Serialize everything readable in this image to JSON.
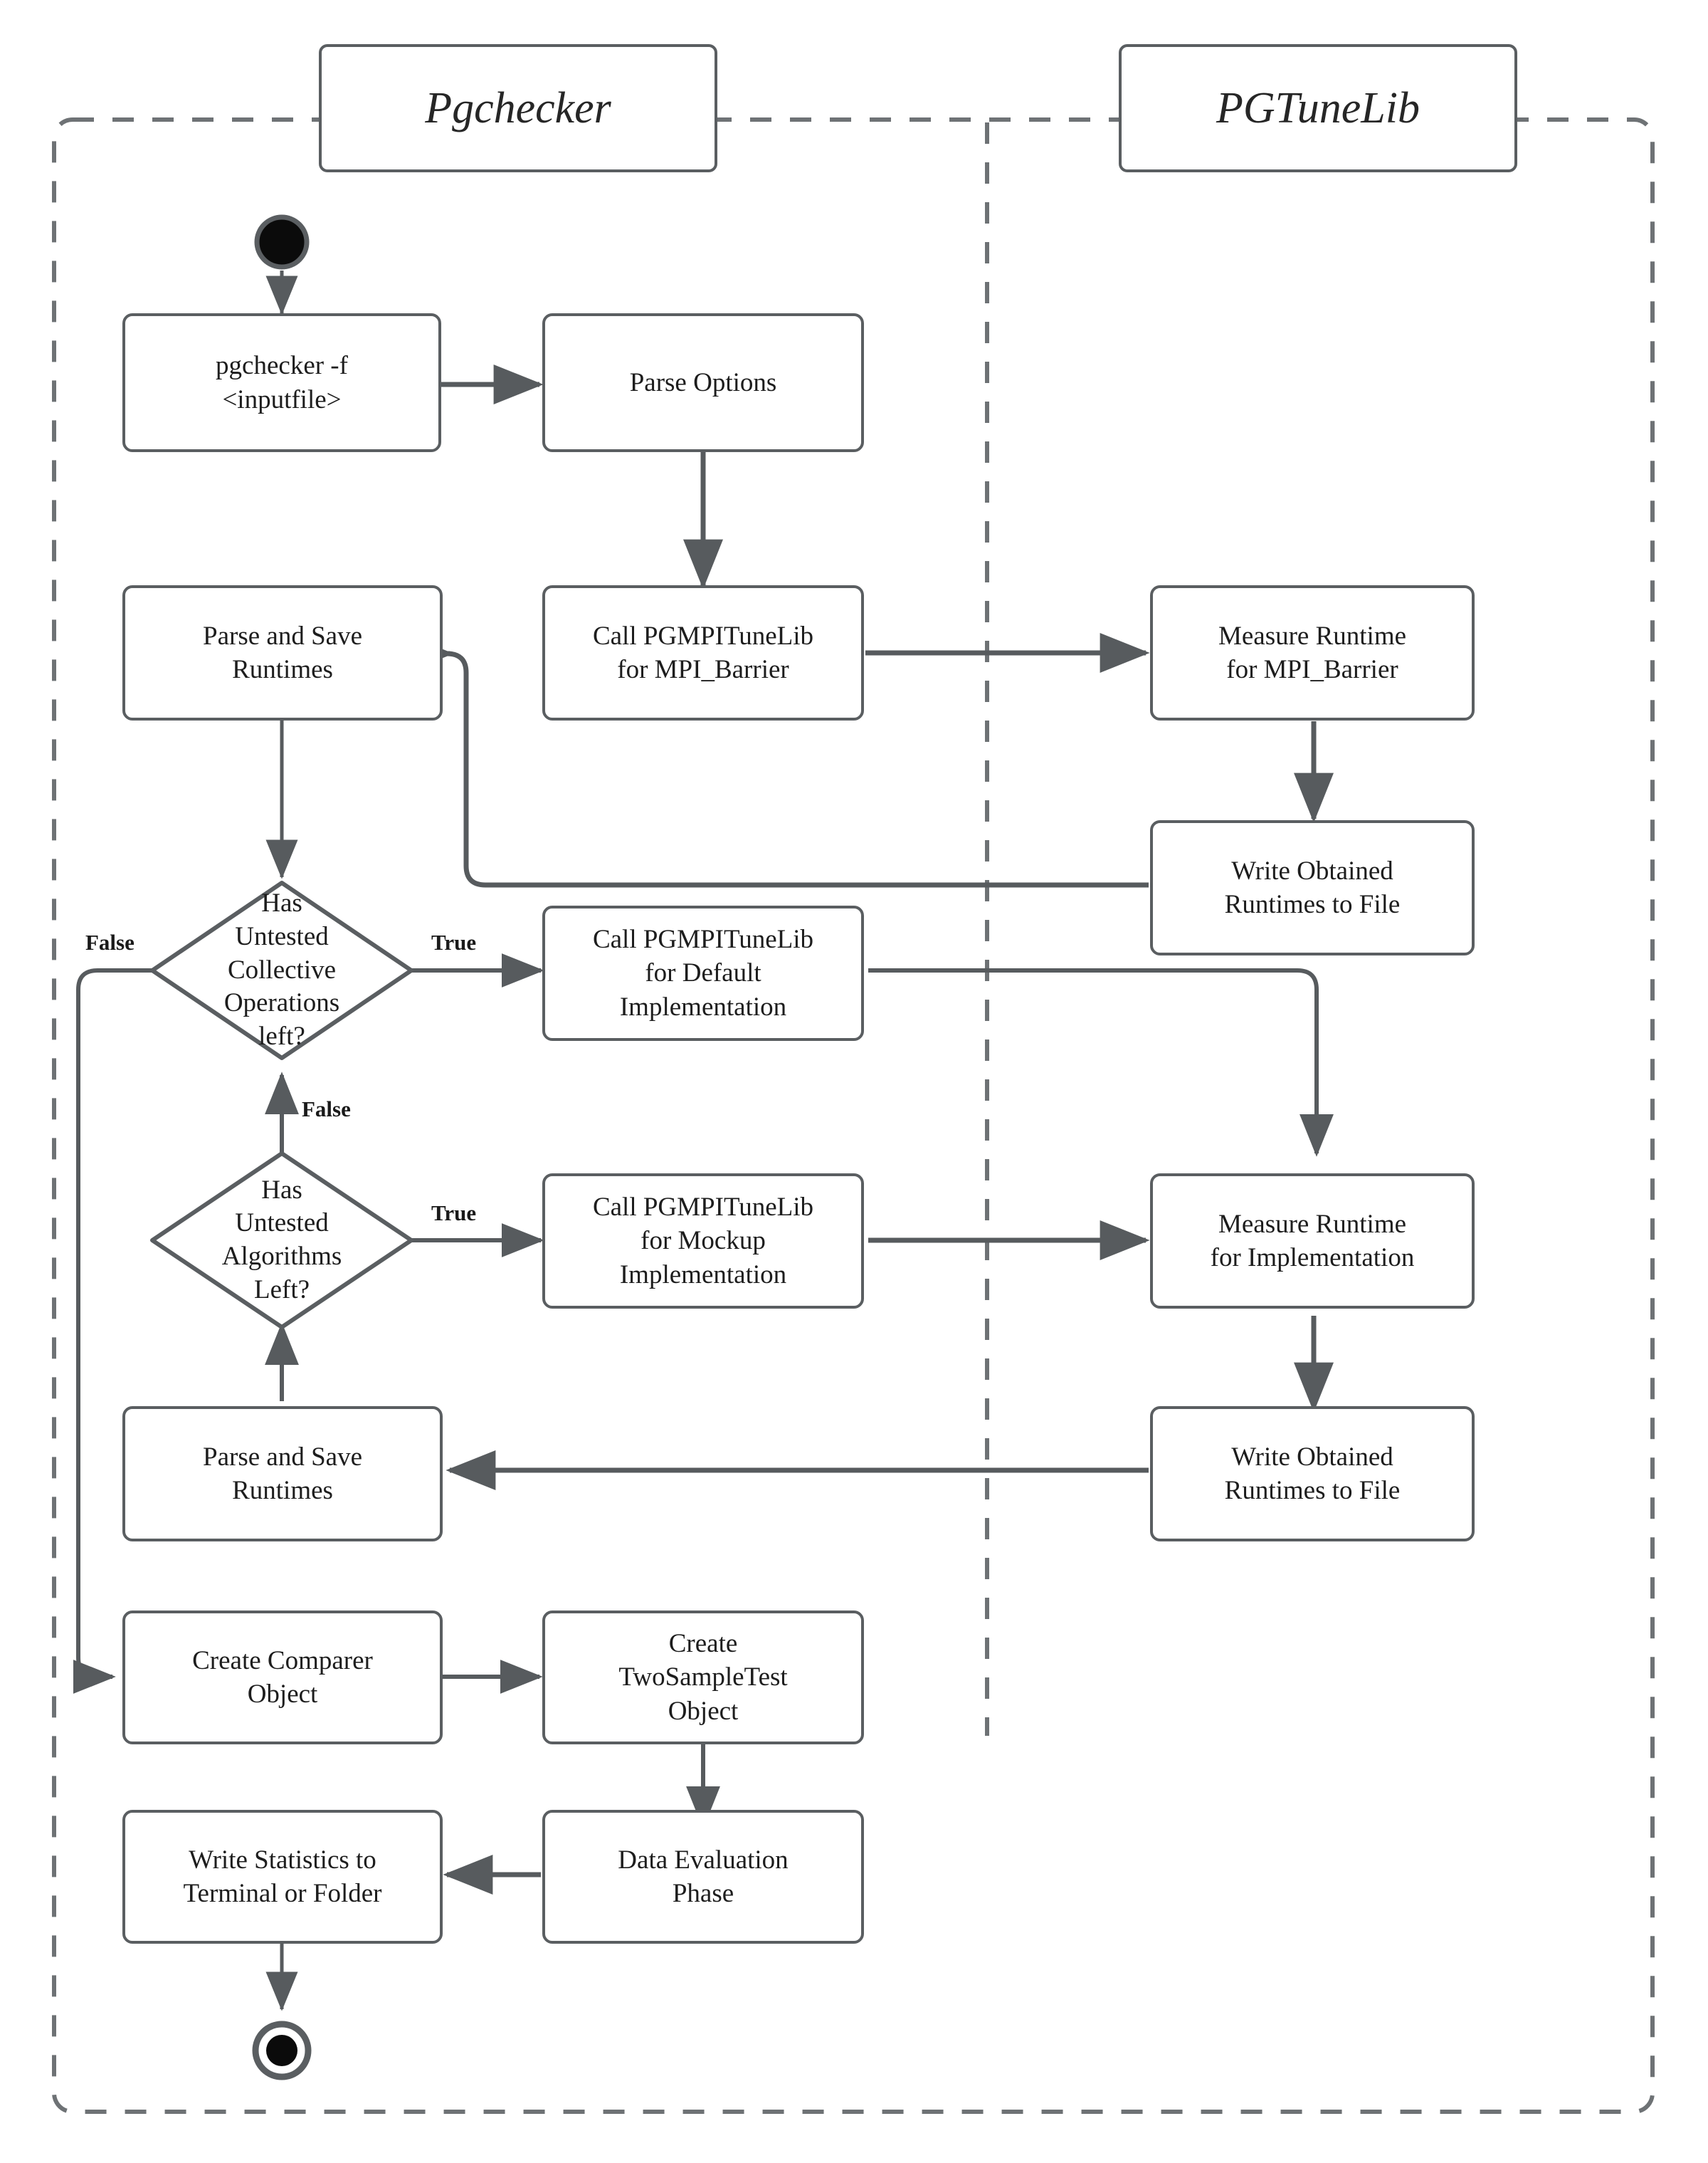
{
  "diagram": {
    "type": "uml-activity-diagram",
    "title": "Pgchecker / PGTuneLib activity flow",
    "colors": {
      "stroke": "#5a5e61",
      "edge": "#575b5e",
      "text": "#1d1d1d",
      "background": "#ffffff",
      "lane_divider": "#6e7275"
    }
  },
  "lanes": [
    {
      "id": "lane-pgchecker",
      "label": "Pgchecker"
    },
    {
      "id": "lane-pgtunelib",
      "label": "PGTuneLib"
    }
  ],
  "nodes": {
    "start": {
      "kind": "initial-node",
      "label": ""
    },
    "pgchecker_cmd": {
      "kind": "action",
      "label": "pgchecker -f\n<inputfile>"
    },
    "parse_options": {
      "kind": "action",
      "label": "Parse Options"
    },
    "call_barrier": {
      "kind": "action",
      "label": "Call PGMPITuneLib\nfor MPI_Barrier"
    },
    "measure_barrier": {
      "kind": "action",
      "label": "Measure Runtime\nfor MPI_Barrier"
    },
    "write_runtimes_1": {
      "kind": "action",
      "label": "Write Obtained\nRuntimes to File"
    },
    "parse_save_1": {
      "kind": "action",
      "label": "Parse and Save\nRuntimes"
    },
    "decision_collective": {
      "kind": "decision",
      "label": "Has\nUntested\nCollective\nOperations\nleft?"
    },
    "call_default": {
      "kind": "action",
      "label": "Call PGMPITuneLib\nfor Default\nImplementation"
    },
    "decision_algorithms": {
      "kind": "decision",
      "label": "Has\nUntested\nAlgorithms\nLeft?"
    },
    "call_mockup": {
      "kind": "action",
      "label": "Call PGMPITuneLib\nfor Mockup\nImplementation"
    },
    "measure_impl": {
      "kind": "action",
      "label": "Measure Runtime\nfor Implementation"
    },
    "write_runtimes_2": {
      "kind": "action",
      "label": "Write Obtained\nRuntimes to File"
    },
    "parse_save_2": {
      "kind": "action",
      "label": "Parse and Save\nRuntimes"
    },
    "create_comparer": {
      "kind": "action",
      "label": "Create Comparer\nObject"
    },
    "create_twosample": {
      "kind": "action",
      "label": "Create\nTwoSampleTest\nObject"
    },
    "data_eval": {
      "kind": "action",
      "label": "Data Evaluation\nPhase"
    },
    "write_stats": {
      "kind": "action",
      "label": "Write Statistics to\nTerminal or Folder"
    },
    "end": {
      "kind": "final-node",
      "label": ""
    }
  },
  "edge_labels": {
    "collective_false": "False",
    "collective_true": "True",
    "algorithms_false": "False",
    "algorithms_true": "True"
  },
  "edges": [
    {
      "from": "start",
      "to": "pgchecker_cmd",
      "label": ""
    },
    {
      "from": "pgchecker_cmd",
      "to": "parse_options",
      "label": ""
    },
    {
      "from": "parse_options",
      "to": "call_barrier",
      "label": ""
    },
    {
      "from": "call_barrier",
      "to": "measure_barrier",
      "label": ""
    },
    {
      "from": "measure_barrier",
      "to": "write_runtimes_1",
      "label": ""
    },
    {
      "from": "write_runtimes_1",
      "to": "parse_save_1",
      "label": ""
    },
    {
      "from": "parse_save_1",
      "to": "decision_collective",
      "label": ""
    },
    {
      "from": "decision_collective",
      "to": "call_default",
      "label": "True"
    },
    {
      "from": "decision_collective",
      "to": "create_comparer",
      "label": "False"
    },
    {
      "from": "call_default",
      "to": "measure_impl",
      "label": ""
    },
    {
      "from": "decision_algorithms",
      "to": "decision_collective",
      "label": "False"
    },
    {
      "from": "decision_algorithms",
      "to": "call_mockup",
      "label": "True"
    },
    {
      "from": "call_mockup",
      "to": "measure_impl",
      "label": ""
    },
    {
      "from": "measure_impl",
      "to": "write_runtimes_2",
      "label": ""
    },
    {
      "from": "write_runtimes_2",
      "to": "parse_save_2",
      "label": ""
    },
    {
      "from": "parse_save_2",
      "to": "decision_algorithms",
      "label": ""
    },
    {
      "from": "create_comparer",
      "to": "create_twosample",
      "label": ""
    },
    {
      "from": "create_twosample",
      "to": "data_eval",
      "label": ""
    },
    {
      "from": "data_eval",
      "to": "write_stats",
      "label": ""
    },
    {
      "from": "write_stats",
      "to": "end",
      "label": ""
    }
  ]
}
